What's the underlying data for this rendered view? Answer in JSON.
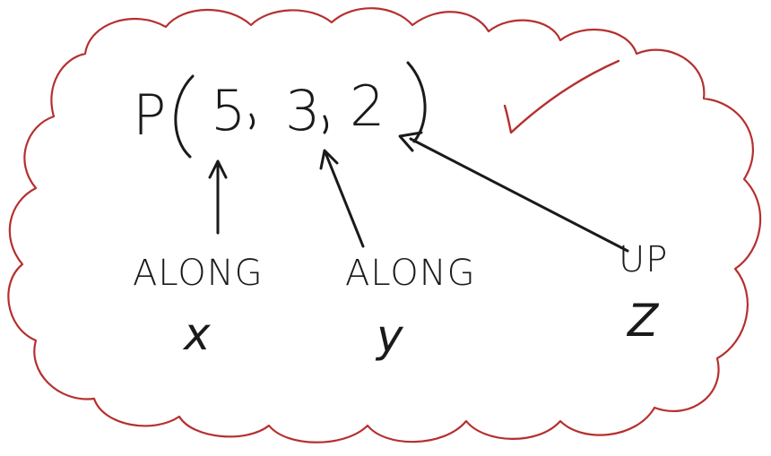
{
  "colors": {
    "cloud": "#b5302f",
    "ink": "#1a1a1a",
    "tick": "#b5302f"
  },
  "point": {
    "name": "P",
    "x": "5",
    "y": "3",
    "z": "2"
  },
  "labels": {
    "x_line1": "ALONG",
    "x_line2": "x",
    "y_line1": "ALONG",
    "y_line2": "y",
    "z_line1": "UP",
    "z_line2": "Z"
  },
  "icons": {
    "check": "check-mark-icon"
  }
}
